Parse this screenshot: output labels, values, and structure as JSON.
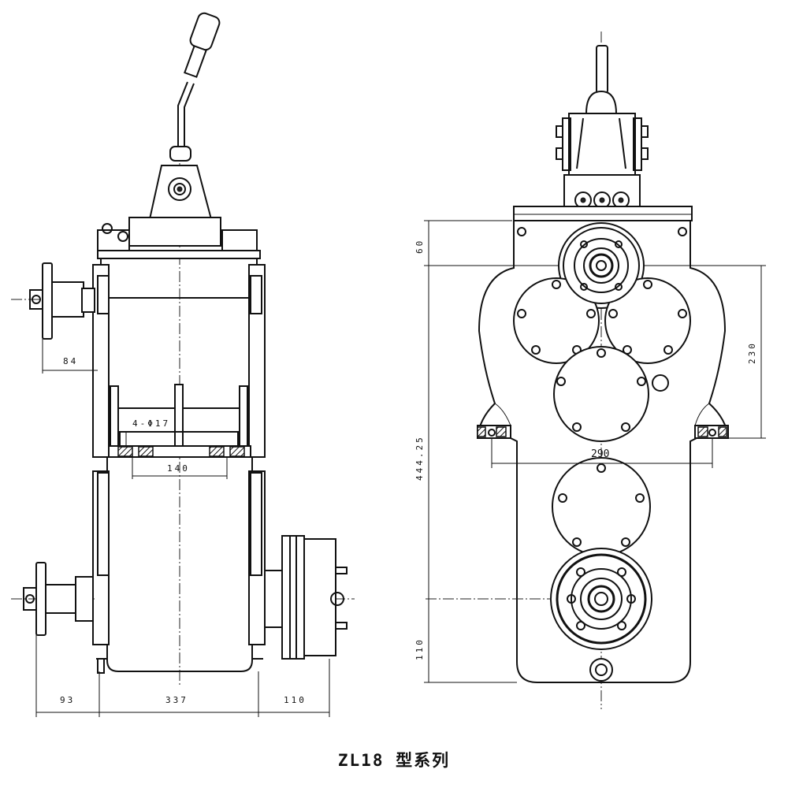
{
  "caption": "ZL18 型系列",
  "left_view": {
    "dims": {
      "shaft_offset": "84",
      "hole_spec": "4-Φ17",
      "hole_spacing": "140",
      "left_overhang": "93",
      "body_width": "337",
      "right_overhang": "110"
    }
  },
  "right_view": {
    "dims": {
      "top": "60",
      "total_height": "444.25",
      "bottom": "110",
      "right_height": "230",
      "bolt_spacing": "290"
    }
  }
}
